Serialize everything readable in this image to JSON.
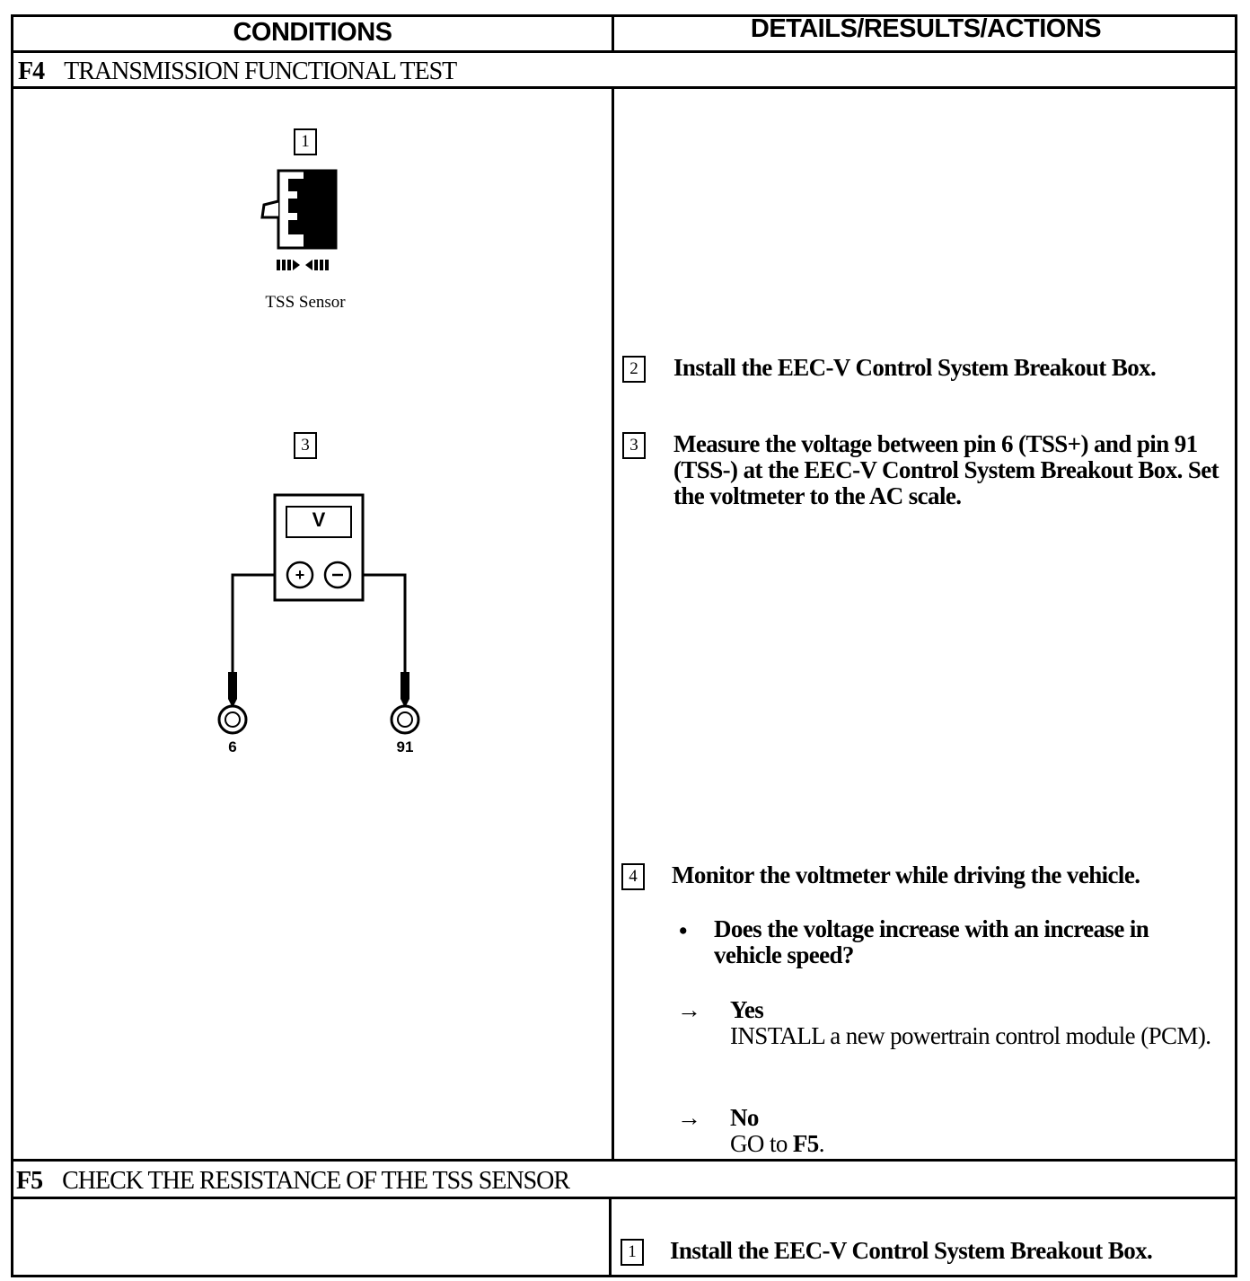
{
  "columns": {
    "conditions": "CONDITIONS",
    "details": "DETAILS/RESULTS/ACTIONS"
  },
  "sections": [
    {
      "code": "F4",
      "title": "TRANSMISSION FUNCTIONAL TEST"
    },
    {
      "code": "F5",
      "title": "CHECK THE RESISTANCE OF THE TSS SENSOR"
    }
  ],
  "figures": {
    "fig1": {
      "number": "1",
      "caption": "TSS Sensor"
    },
    "fig3": {
      "number": "3",
      "meter_label": "V",
      "pin_left": "6",
      "pin_right": "91"
    }
  },
  "steps": [
    {
      "number": "2",
      "text": "Install the EEC-V Control System Breakout Box."
    },
    {
      "number": "3",
      "text": "Measure the voltage between pin 6 (TSS+) and pin 91 (TSS-) at the EEC-V Control System Breakout Box. Set the voltmeter to the AC scale."
    },
    {
      "number": "4",
      "text": "Monitor the voltmeter while driving the vehicle."
    }
  ],
  "question": "Does the voltage increase with an increase in vehicle speed?",
  "outcomes": [
    {
      "answer": "Yes",
      "action": "INSTALL a new powertrain control module (PCM)."
    },
    {
      "answer": "No",
      "action_prefix": "GO to ",
      "action_target": "F5",
      "action_suffix": "."
    }
  ],
  "f5_steps": [
    {
      "number": "1",
      "text": "Install the EEC-V Control System Breakout Box."
    }
  ]
}
